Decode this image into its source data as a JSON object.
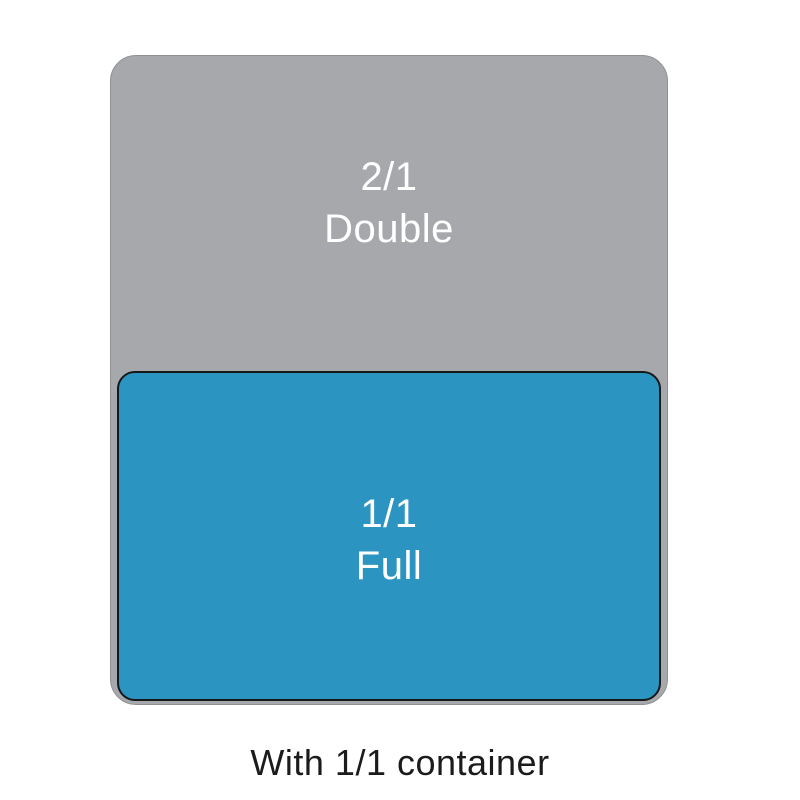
{
  "diagram": {
    "caption": "With 1/1 container",
    "colors": {
      "double_pan_fill": "#a6a8ab",
      "full_pan_fill": "#2b94c1",
      "label_text": "#ffffff",
      "caption_text": "#1b1b1d",
      "background": "#ffffff"
    },
    "pans": {
      "double": {
        "size_label": "2/1",
        "name_label": "Double"
      },
      "full": {
        "size_label": "1/1",
        "name_label": "Full"
      }
    }
  }
}
